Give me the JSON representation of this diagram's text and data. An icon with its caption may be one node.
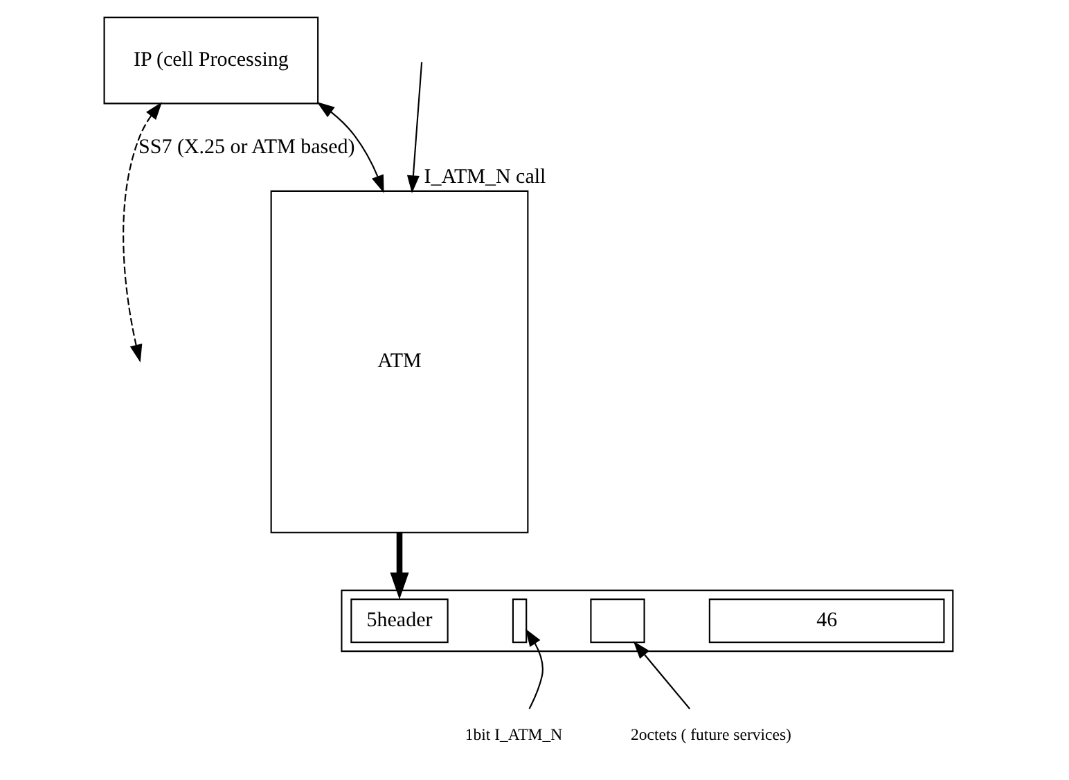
{
  "diagram": {
    "nodes": [
      {
        "text": [
          "IP (cell Processing"
        ]
      },
      {
        "text": [
          "ATM"
        ]
      },
      {
        "text": [],
        "shape": "box"
      },
      {
        "text": [
          "5header"
        ],
        "in": 2
      },
      {
        "text": [],
        "shape": "box",
        "in": 2
      },
      {
        "text": [],
        "shape": "box",
        "in": 2
      },
      {
        "text": [
          "46"
        ],
        "in": 2
      },
      {
        "text": [
          "1bit I_ATM_N"
        ]
      },
      {
        "text": [
          "2octets ( future services)"
        ]
      }
    ],
    "edges": [
      {
        "from": 0,
        "to": null,
        "arrow": "both",
        "style": "dashed",
        "label": "SS7 (X.25 or ATM based)"
      },
      {
        "from": 0,
        "to": 1,
        "arrow": "both"
      },
      {
        "from": 1,
        "to": 2,
        "arrow": "to",
        "style": "thick"
      },
      {
        "from": 7,
        "to": 4,
        "arrow": "to"
      },
      {
        "from": 8,
        "to": 5,
        "arrow": "to"
      },
      {
        "from": null,
        "to": 1,
        "arrow": "to",
        "label": "I_ATM_N call"
      }
    ]
  }
}
